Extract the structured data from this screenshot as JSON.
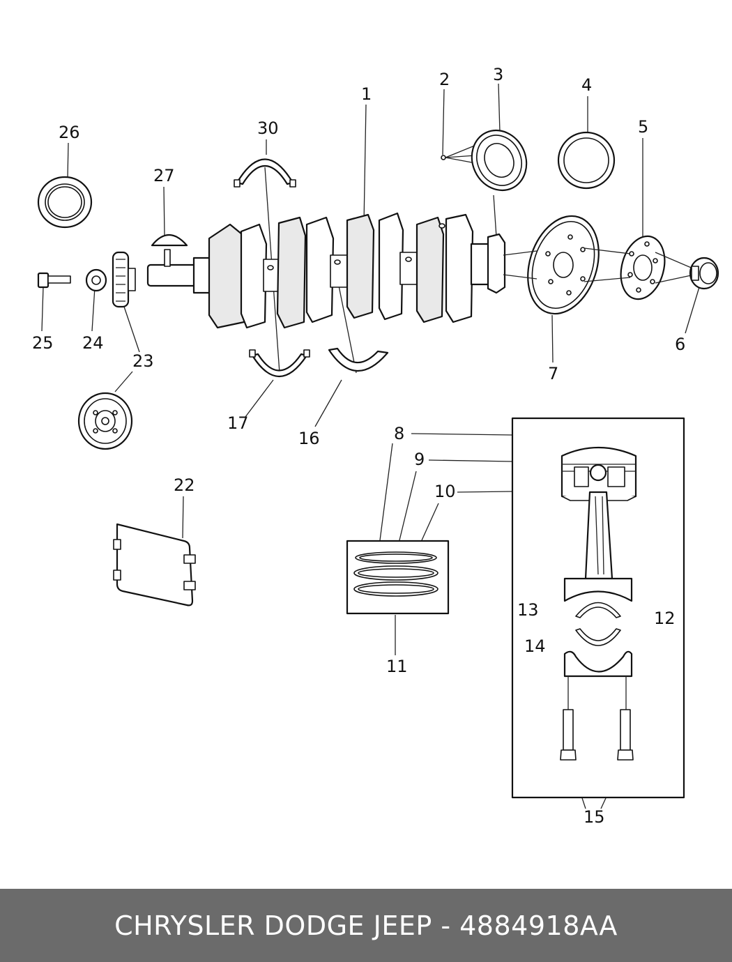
{
  "labels": {
    "l1": "1",
    "l2": "2",
    "l3": "3",
    "l4": "4",
    "l5": "5",
    "l6": "6",
    "l7": "7",
    "l8": "8",
    "l9": "9",
    "l10": "10",
    "l11": "11",
    "l12": "12",
    "l13": "13",
    "l14": "14",
    "l15": "15",
    "l16": "16",
    "l17": "17",
    "l22": "22",
    "l23": "23",
    "l24": "24",
    "l25": "25",
    "l26": "26",
    "l27": "27",
    "l30": "30"
  },
  "footer": {
    "text": "CHRYSLER DODGE JEEP - 4884918AA"
  },
  "colors": {
    "footer_bg": "#6b6b6b",
    "footer_text": "#ffffff",
    "line": "#111111"
  }
}
